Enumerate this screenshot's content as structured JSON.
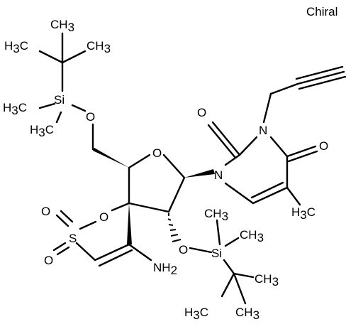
{
  "stereo_label": "Chiral",
  "atoms": {
    "o_top_ring": "O",
    "o_silyl_ether_top": "O",
    "si_top": "Si",
    "o_spiro": "O",
    "s_sulfonyl": "S",
    "o_sulfonyl_1": "O",
    "o_sulfonyl_2": "O",
    "n_amine": "NH",
    "n_amine_sub": "2",
    "o_silyl_ether_bottom": "O",
    "si_bottom": "Si",
    "n_1": "N",
    "n_3": "N",
    "o_carbonyl_2": "O",
    "o_carbonyl_4": "O"
  },
  "methyls": {
    "h3c_1": "H",
    "h3c_1_sub": "3",
    "h3c_1_c": "C",
    "ch3_1": "CH",
    "ch3_1_sub": "3",
    "h3c_2": "H",
    "h3c_2_sub": "3",
    "h3c_2_c": "C",
    "h3c_3": "H",
    "h3c_3_sub": "3",
    "h3c_3_c": "C",
    "h3c_4": "H",
    "h3c_4_sub": "3",
    "h3c_4_c": "C",
    "ch3_tbs_bottom_1": "CH",
    "ch3_tbs_bottom_1_sub": "3",
    "ch3_tbs_bottom_2": "CH",
    "ch3_tbs_bottom_2_sub": "3",
    "ch3_tbs_bottom_3": "CH",
    "ch3_tbs_bottom_3_sub": "3",
    "h3c_5": "H",
    "h3c_5_sub": "3",
    "h3c_5_c": "C",
    "ch3_tbs_bottom_4": "CH",
    "ch3_tbs_bottom_4_sub": "3",
    "ch3_tbs_bottom_5": "CH",
    "ch3_tbs_bottom_5_sub": "3"
  }
}
